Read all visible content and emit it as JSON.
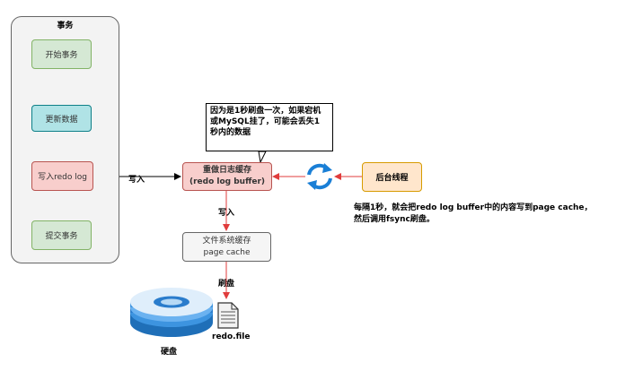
{
  "group": {
    "title": "事务"
  },
  "steps": {
    "begin": "开始事务",
    "update": "更新数据",
    "write_redo": "写入redo log",
    "commit": "提交事务"
  },
  "redo_buffer": {
    "line1": "重做日志缓存",
    "line2": "(redo log buffer)"
  },
  "page_cache": {
    "line1": "文件系统缓存",
    "line2": "page cache"
  },
  "background_thread": "后台线程",
  "callout": {
    "line1": "因为是1秒刷盘一次，如果宕机",
    "line2": "或MySQL挂了，可能会丢失1",
    "line3": "秒内的数据"
  },
  "edge_labels": {
    "write_left": "写入",
    "write_down": "写入",
    "flush": "刷盘"
  },
  "note": {
    "line1": "每隔1秒，就会把redo log buffer中的内容写到page cache，",
    "line2": "然后调用fsync刷盘。"
  },
  "disk_label": "硬盘",
  "file_label": "redo.file",
  "icons": [
    "refresh-icon",
    "disk-icon",
    "file-icon"
  ],
  "colors": {
    "arrow_red": "#e03c3c",
    "refresh_blue": "#1a7fd6"
  }
}
